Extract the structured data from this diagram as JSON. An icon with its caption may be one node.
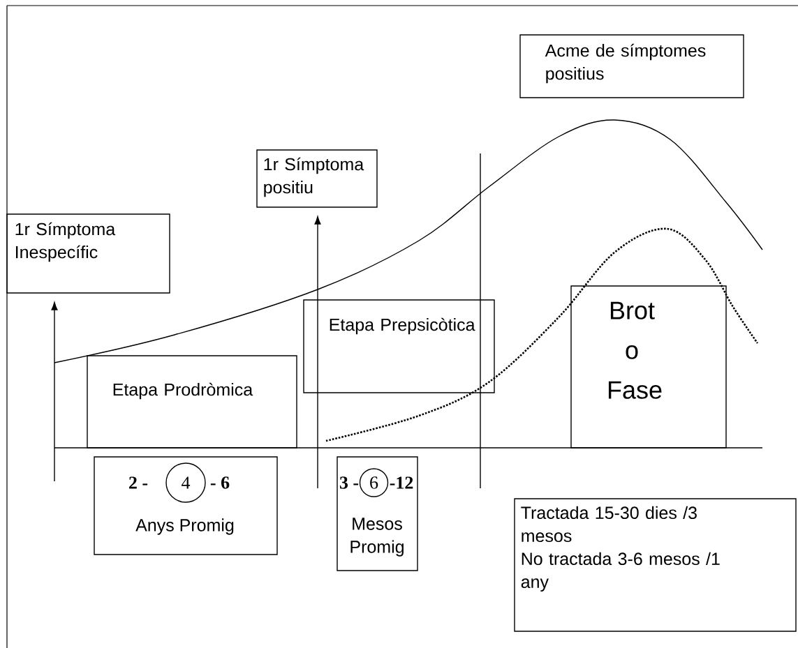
{
  "diagram": {
    "nodes": [
      {
        "text": [
          "1r Símptoma Inespecífic"
        ]
      },
      {
        "text": [
          "1r Símptoma positiu"
        ]
      },
      {
        "text": [
          "Acme de símptomes positius"
        ]
      },
      {
        "text": [
          "Etapa Prodròmica"
        ]
      },
      {
        "text": [
          "Etapa Prepsicòtica"
        ]
      },
      {
        "text": [
          "Brot o Fase"
        ]
      },
      {
        "text": [
          "2 -",
          "- 6",
          "Anys Promig"
        ]
      },
      {
        "text": [
          "4"
        ],
        "in": 6
      },
      {
        "text": [
          "3 -",
          "-12",
          "Mesos Promig"
        ]
      },
      {
        "text": [
          "6"
        ],
        "in": 8
      },
      {
        "text": [
          "Tractada 15-30 dies /3 mesos",
          "No tractada 3-6 mesos /1 any"
        ]
      }
    ],
    "edges": [
      {
        "from": null,
        "to": 0,
        "arrow": "to"
      },
      {
        "from": null,
        "to": 1,
        "arrow": "to"
      }
    ]
  }
}
